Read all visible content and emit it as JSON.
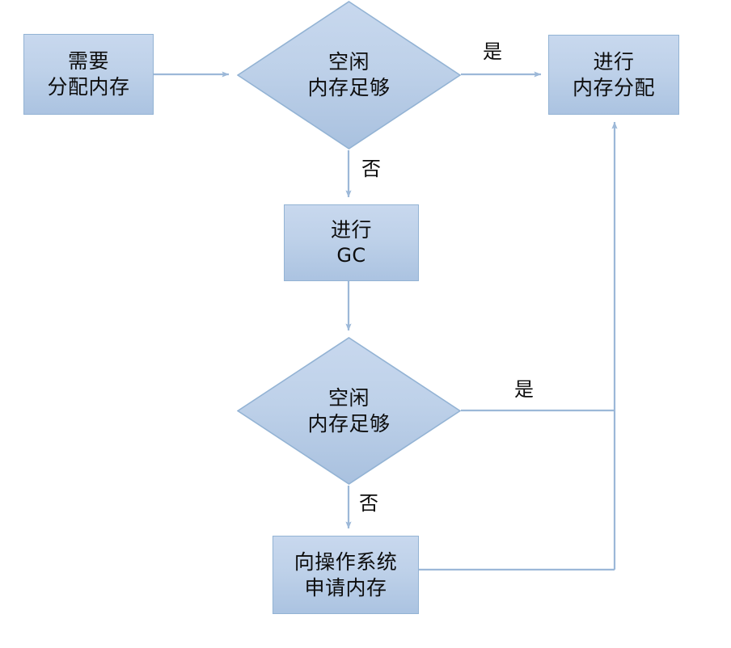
{
  "diagram": {
    "title": "memory-allocation-flowchart",
    "colors": {
      "node_fill_top": "#c8d8ee",
      "node_fill_bottom": "#abc3e1",
      "node_border": "#93b3d4",
      "edge_stroke": "#9cb8d8",
      "text": "#0d0d0d",
      "background": "#ffffff"
    },
    "nodes": [
      {
        "id": "need-alloc",
        "shape": "process",
        "lines": [
          "需要",
          "分配内存"
        ]
      },
      {
        "id": "free-mem-enough-1",
        "shape": "decision",
        "lines": [
          "空闲",
          "内存足够"
        ]
      },
      {
        "id": "do-alloc",
        "shape": "process",
        "lines": [
          "进行",
          "内存分配"
        ]
      },
      {
        "id": "do-gc",
        "shape": "process",
        "lines": [
          "进行",
          "GC"
        ]
      },
      {
        "id": "free-mem-enough-2",
        "shape": "decision",
        "lines": [
          "空闲",
          "内存足够"
        ]
      },
      {
        "id": "request-os-mem",
        "shape": "process",
        "lines": [
          "向操作系统",
          "申请内存"
        ]
      }
    ],
    "edge_labels": [
      {
        "id": "yes-1",
        "text": "是"
      },
      {
        "id": "no-1",
        "text": "否"
      },
      {
        "id": "yes-2",
        "text": "是"
      },
      {
        "id": "no-2",
        "text": "否"
      }
    ]
  }
}
